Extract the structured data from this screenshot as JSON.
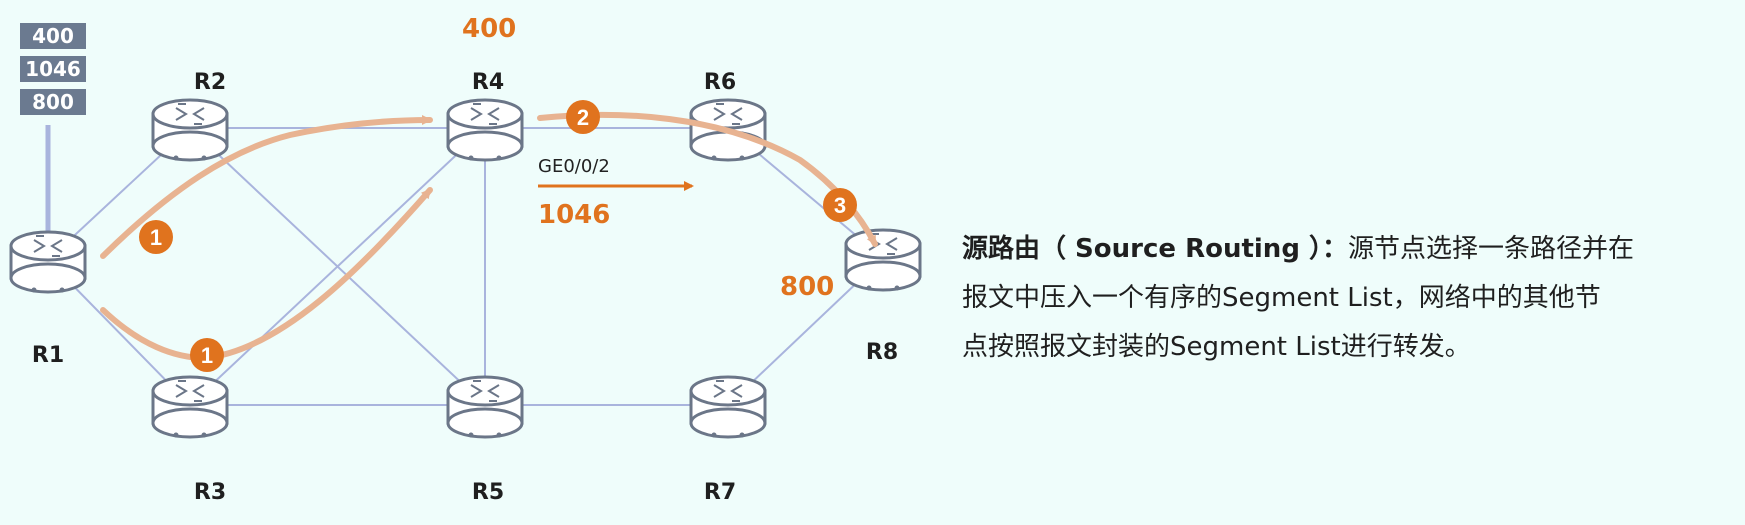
{
  "stack": [
    "400",
    "1046",
    "800"
  ],
  "routers": {
    "r1": "R1",
    "r2": "R2",
    "r3": "R3",
    "r4": "R4",
    "r5": "R5",
    "r6": "R6",
    "r7": "R7",
    "r8": "R8"
  },
  "labels": {
    "r4_sid": "400",
    "r8_sid": "800",
    "interface": "GE0/0/2",
    "adj_sid": "1046"
  },
  "steps": [
    "1",
    "1",
    "2",
    "3"
  ],
  "description": {
    "term": "源路由（ Source Routing ）：",
    "line1_rest": "源节点选择一条路径并在",
    "line2": "报文中压入一个有序的Segment List，网络中的其他节",
    "line3": "点按照报文封装的Segment List进行转发。"
  },
  "colors": {
    "background": "#effdfb",
    "path_orange": "#e0731e",
    "path_light": "#e8b391",
    "link": "#a9b4dd",
    "router_stroke": "#6b7688",
    "stack_box": "#6b7a90"
  }
}
